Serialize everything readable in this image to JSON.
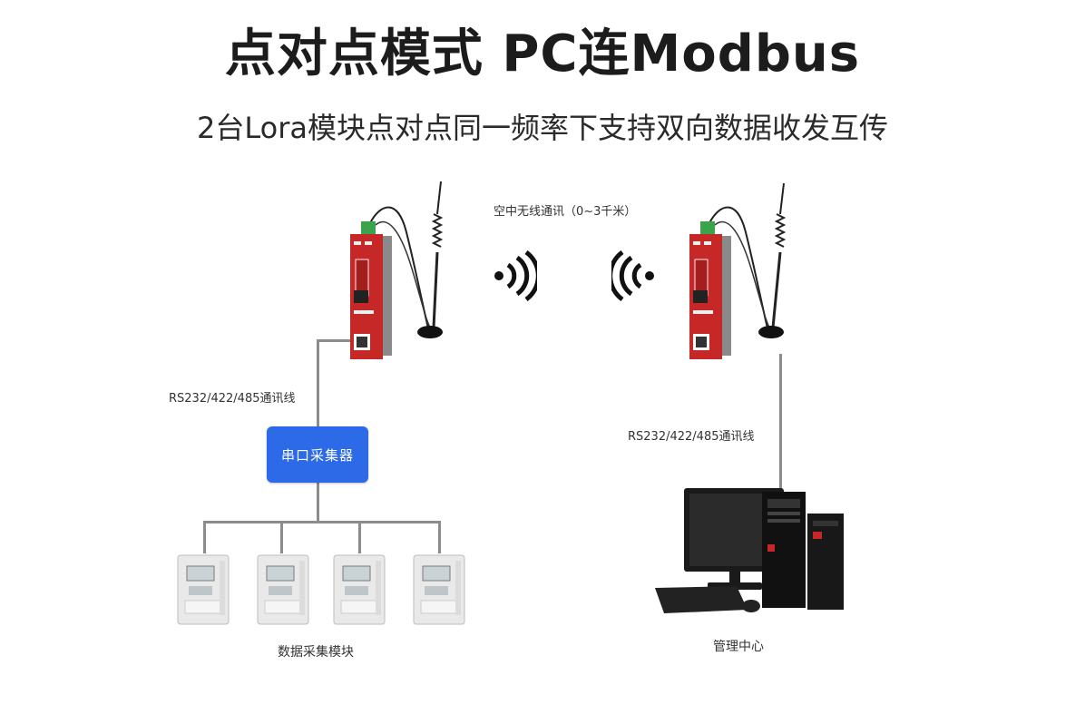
{
  "title": "点对点模式 PC连Modbus",
  "subtitle": "2台Lora模块点对点同一频率下支持双向数据收发互传",
  "diagram": {
    "wireless_label": "空中无线通讯（0~3千米）",
    "left_cable_label": "RS232/422/485通讯线",
    "right_cable_label": "RS232/422/485通讯线",
    "collector_label": "串口采集器",
    "modules_label": "数据采集模块",
    "center_label": "管理中心"
  },
  "colors": {
    "device_red": "#c62828",
    "collector_blue": "#2d6ae8",
    "line_gray": "#8c8c8c"
  },
  "icons": [
    "lora-device-icon",
    "antenna-icon",
    "wifi-signal-icon",
    "meter-icon",
    "computer-icon"
  ]
}
